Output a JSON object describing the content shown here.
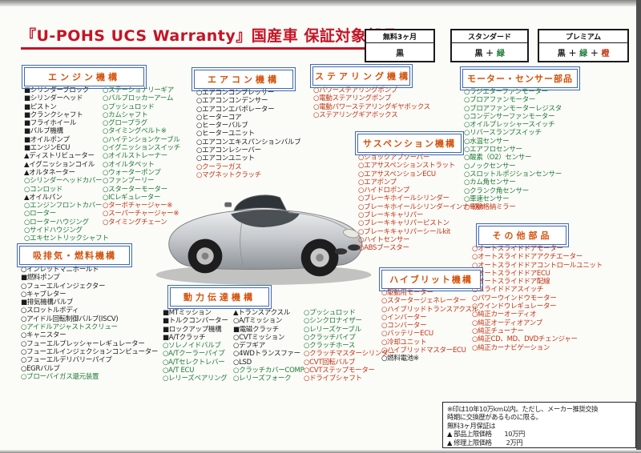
{
  "title": "『U-POHS UCS Warranty』国産車 保証対象部品",
  "legend": [
    {
      "title": "無料3ヶ月",
      "parts": [
        {
          "t": "黒",
          "c": "k"
        }
      ]
    },
    {
      "title": "スタンダード",
      "parts": [
        {
          "t": "黒",
          "c": "k"
        },
        {
          "t": "＋",
          "c": "k"
        },
        {
          "t": "緑",
          "c": "g"
        }
      ]
    },
    {
      "title": "プレミアム",
      "parts": [
        {
          "t": "黒",
          "c": "k"
        },
        {
          "t": "＋",
          "c": "k"
        },
        {
          "t": "緑",
          "c": "g"
        },
        {
          "t": "＋",
          "c": "k"
        },
        {
          "t": "橙",
          "c": "o"
        }
      ]
    }
  ],
  "sections": {
    "engine": {
      "header": "エンジン機構",
      "col1": [
        {
          "t": "■シリンダーブロック",
          "c": "k"
        },
        {
          "t": "■シリンダーヘッド",
          "c": "k"
        },
        {
          "t": "■ピストン",
          "c": "k"
        },
        {
          "t": "■クランクシャフト",
          "c": "k"
        },
        {
          "t": "■フライホイール",
          "c": "k"
        },
        {
          "t": "■バルブ機構",
          "c": "k"
        },
        {
          "t": "■オイルポンプ",
          "c": "k"
        },
        {
          "t": "■エンジンECU",
          "c": "k"
        },
        {
          "t": "▲ディストリビューター",
          "c": "k"
        },
        {
          "t": "▲イグニッションコイル",
          "c": "k"
        },
        {
          "t": "▲オルタネーター",
          "c": "k"
        },
        {
          "t": "○シリンダーヘッドカバー",
          "c": "g"
        },
        {
          "t": "○コンロッド",
          "c": "g"
        },
        {
          "t": "▲オイルパン",
          "c": "k"
        },
        {
          "t": "○エンジンフロントカバー",
          "c": "g"
        },
        {
          "t": "○ローター",
          "c": "g"
        },
        {
          "t": "○ローターハウジング",
          "c": "g"
        },
        {
          "t": "○サイドハウジング",
          "c": "g"
        },
        {
          "t": "○エキセントリックシャフト",
          "c": "g"
        }
      ],
      "col2": [
        {
          "t": "○ステーショナリーギア",
          "c": "g"
        },
        {
          "t": "○バルブロッカーアーム",
          "c": "g"
        },
        {
          "t": "○プッシュロッド",
          "c": "g"
        },
        {
          "t": "○カムシャフト",
          "c": "g"
        },
        {
          "t": "○グロープラグ",
          "c": "g"
        },
        {
          "t": "○タイミングベルト※",
          "c": "g"
        },
        {
          "t": "○ハイテンションケーブル",
          "c": "g"
        },
        {
          "t": "○イグニッションスイッチ",
          "c": "g"
        },
        {
          "t": "○オイルストレーナー",
          "c": "g"
        },
        {
          "t": "○オイルタペット",
          "c": "g"
        },
        {
          "t": "○ウォーターポンプ",
          "c": "g"
        },
        {
          "t": "○ファンプーリー",
          "c": "g"
        },
        {
          "t": "○スターターモーター",
          "c": "g"
        },
        {
          "t": "○ICレギュレーター",
          "c": "g"
        },
        {
          "t": "○ターボチャージャー※",
          "c": "o"
        },
        {
          "t": "○スーパーチャージャー※",
          "c": "o"
        },
        {
          "t": "○タイミングチェーン",
          "c": "o"
        }
      ]
    },
    "aircon": {
      "header": "エアコン機構",
      "items": [
        {
          "t": "○エアコンコンプレッサー",
          "c": "k"
        },
        {
          "t": "○エアコンコンデンサー",
          "c": "k"
        },
        {
          "t": "○エアコンエバポレーター",
          "c": "k"
        },
        {
          "t": "○ヒーターコア",
          "c": "k"
        },
        {
          "t": "○ヒーターバルブ",
          "c": "k"
        },
        {
          "t": "○ヒーターユニット",
          "c": "k"
        },
        {
          "t": "○エアコンエキスパンションバルブ",
          "c": "k"
        },
        {
          "t": "○エアコンレシーバー",
          "c": "k"
        },
        {
          "t": "○エアコンユニット",
          "c": "k"
        },
        {
          "t": "○クーラーガス",
          "c": "o"
        },
        {
          "t": "○マグネットクラッチ",
          "c": "o"
        }
      ]
    },
    "steering": {
      "header": "ステアリング機構",
      "items": [
        {
          "t": "○パワーステアリングポンプ",
          "c": "o"
        },
        {
          "t": "○電動ステアリングポンプ",
          "c": "o"
        },
        {
          "t": "○電動パワーステアリングギヤボックス",
          "c": "o"
        },
        {
          "t": "○ステアリングギアボックス",
          "c": "o"
        }
      ]
    },
    "motor_sensor": {
      "header": "モーター・センサー部品",
      "items": [
        {
          "t": "○ラジエターファンモーター",
          "c": "g"
        },
        {
          "t": "○ブロアファンモーター",
          "c": "g"
        },
        {
          "t": "○ブロアファンモーターレジスタ",
          "c": "g"
        },
        {
          "t": "○コンデンサーファンモーター",
          "c": "g"
        },
        {
          "t": "○オイルプレッシャースイッチ",
          "c": "g"
        },
        {
          "t": "○リバースランプスイッチ",
          "c": "g"
        },
        {
          "t": "○水温センサー",
          "c": "g"
        },
        {
          "t": "○エアフロセンサー",
          "c": "g"
        },
        {
          "t": "○酸素（O2）センサー",
          "c": "g"
        },
        {
          "t": "○ノックセンサー",
          "c": "g"
        },
        {
          "t": "○スロットルポジションセンサー",
          "c": "g"
        },
        {
          "t": "○カム角センサー",
          "c": "g"
        },
        {
          "t": "○クランク角センサー",
          "c": "g"
        },
        {
          "t": "○車速センサー",
          "c": "g"
        },
        {
          "t": "○電動格納ミラー",
          "c": "o"
        }
      ]
    },
    "suspension": {
      "header": "サスペンション機構",
      "items": [
        {
          "t": "○ショックアブソーバー",
          "c": "o"
        },
        {
          "t": "○エアサスペンションストラット",
          "c": "o"
        },
        {
          "t": "○エアサスペンションECU",
          "c": "o"
        },
        {
          "t": "○エアポンプ",
          "c": "o"
        },
        {
          "t": "○ハイドロポンプ",
          "c": "o"
        },
        {
          "t": "○ブレーキホイールシリンダー",
          "c": "o"
        },
        {
          "t": "○ブレーキホイールシリンダーインナーkit",
          "c": "o"
        },
        {
          "t": "○ブレーキキャリパー",
          "c": "o"
        },
        {
          "t": "○ブレーキキャリパーピストン",
          "c": "o"
        },
        {
          "t": "○ブレーキキャリパーシールkit",
          "c": "o"
        },
        {
          "t": "○ハイトセンサー",
          "c": "o"
        },
        {
          "t": "○ABSブースター",
          "c": "o"
        }
      ]
    },
    "intake_fuel": {
      "header": "吸排気・燃料機構",
      "items": [
        {
          "t": "○インレットマニホールド",
          "c": "k"
        },
        {
          "t": "■燃料ポンプ",
          "c": "k"
        },
        {
          "t": "○フューエルインジェクター",
          "c": "k"
        },
        {
          "t": "○キャブレター",
          "c": "k"
        },
        {
          "t": "■排気機構バルブ",
          "c": "k"
        },
        {
          "t": "○スロットルボディ",
          "c": "k"
        },
        {
          "t": "○アイドル回転制御バルブ(ISCV)",
          "c": "k"
        },
        {
          "t": "○アイドルアジャストスクリュー",
          "c": "g"
        },
        {
          "t": "○キャニスター",
          "c": "k"
        },
        {
          "t": "○フューエルプレッシャーレギュレーター",
          "c": "k"
        },
        {
          "t": "○フューエルインジェクションコンピューター",
          "c": "k"
        },
        {
          "t": "○フューエルデリバリーパイプ",
          "c": "k"
        },
        {
          "t": "○EGRバルブ",
          "c": "k"
        },
        {
          "t": "○ブローバイガス還元装置",
          "c": "g"
        }
      ]
    },
    "power_train": {
      "header": "動力伝達機構",
      "col1": [
        {
          "t": "■MTミッション",
          "c": "k"
        },
        {
          "t": "■トルクコンバーター",
          "c": "k"
        },
        {
          "t": "■ロックアップ機構",
          "c": "k"
        },
        {
          "t": "■A/Tクラッチ",
          "c": "k"
        },
        {
          "t": "○ソレノイドバルブ",
          "c": "g"
        },
        {
          "t": "○A/Tクーラーパイプ",
          "c": "g"
        },
        {
          "t": "○A/Tセレクトレバー",
          "c": "g"
        },
        {
          "t": "○A/T ECU",
          "c": "g"
        },
        {
          "t": "○レリーズベアリング",
          "c": "g"
        }
      ],
      "col2": [
        {
          "t": "▲トランスアクスル",
          "c": "k"
        },
        {
          "t": "○A/Tミッション",
          "c": "k"
        },
        {
          "t": "■電磁クラッチ",
          "c": "k"
        },
        {
          "t": "○CVTミッション",
          "c": "k"
        },
        {
          "t": "○デフギア",
          "c": "k"
        },
        {
          "t": "○4WDトランスファー",
          "c": "k"
        },
        {
          "t": "○LSD",
          "c": "k"
        },
        {
          "t": "○クラッチカバーCOMP",
          "c": "g"
        },
        {
          "t": "○レリーズフォーク",
          "c": "g"
        }
      ],
      "col3": [
        {
          "t": "○プッシュロッド",
          "c": "g"
        },
        {
          "t": "○シンクロナイザー",
          "c": "g"
        },
        {
          "t": "○レリーズケーブル",
          "c": "g"
        },
        {
          "t": "○クラッチパイプ",
          "c": "g"
        },
        {
          "t": "○クラッチホース",
          "c": "g"
        },
        {
          "t": "○クラッチマスターシリンダー",
          "c": "o"
        },
        {
          "t": "○CVT回転バルブ",
          "c": "o"
        },
        {
          "t": "○CVTステップモーター",
          "c": "o"
        },
        {
          "t": "○ドライブシャフト",
          "c": "o"
        }
      ]
    },
    "hybrid": {
      "header": "ハイブリット機構",
      "items": [
        {
          "t": "○駆動用モーター",
          "c": "o"
        },
        {
          "t": "○スタータージェネレーター",
          "c": "o"
        },
        {
          "t": "○ハイブリッドトランスアクスル",
          "c": "o"
        },
        {
          "t": "○インバーター",
          "c": "o"
        },
        {
          "t": "○コンバーター",
          "c": "o"
        },
        {
          "t": "○バッテリーECU",
          "c": "o"
        },
        {
          "t": "○冷却ユニット",
          "c": "o"
        },
        {
          "t": "○ハイブリッドマスターECU",
          "c": "o"
        },
        {
          "t": "○燃料電池※",
          "c": "k"
        }
      ]
    },
    "others": {
      "header": "その他部品",
      "items": [
        {
          "t": "○オートスライドドアモーター",
          "c": "o"
        },
        {
          "t": "○オートスライドドアアクチエーター",
          "c": "o"
        },
        {
          "t": "○オートスライドドアコントロールユニット",
          "c": "o"
        },
        {
          "t": "○オートスライドドアECU",
          "c": "o"
        },
        {
          "t": "○オートスライドドア配線",
          "c": "o"
        },
        {
          "t": "○スライドドアスイッチ",
          "c": "o"
        },
        {
          "t": "○パワーウインドウモーター",
          "c": "o"
        },
        {
          "t": "○ウインドウレギュレーター",
          "c": "o"
        },
        {
          "t": "○純正カーオーディオ",
          "c": "o"
        },
        {
          "t": "○純正オーディオアンプ",
          "c": "o"
        },
        {
          "t": "○純正チューナー",
          "c": "o"
        },
        {
          "t": "○純正CD、MD、DVDチェンジャー",
          "c": "o"
        },
        {
          "t": "○純正カーナビゲーション",
          "c": "o"
        }
      ]
    }
  },
  "note": {
    "lines": [
      {
        "t": "※印は10年10万km以内。ただし、メーカー推奨交換",
        "c": "k"
      },
      {
        "t": "時期に交換歴があるものに限る。",
        "c": "k"
      },
      {
        "t": "無料3ヶ月保証は",
        "c": "k"
      },
      {
        "t": "▲ 部品上限価格　　10万円",
        "c": "k"
      },
      {
        "t": "▲ 修理上限価格　　 2万円",
        "c": "k"
      }
    ]
  },
  "colors": {
    "black": "#1c1c1c",
    "green": "#1d7a35",
    "orange": "#c23312",
    "header_text": "#d4520a",
    "title_red": "#c41425",
    "box_border_blue": "#3f69b5"
  }
}
